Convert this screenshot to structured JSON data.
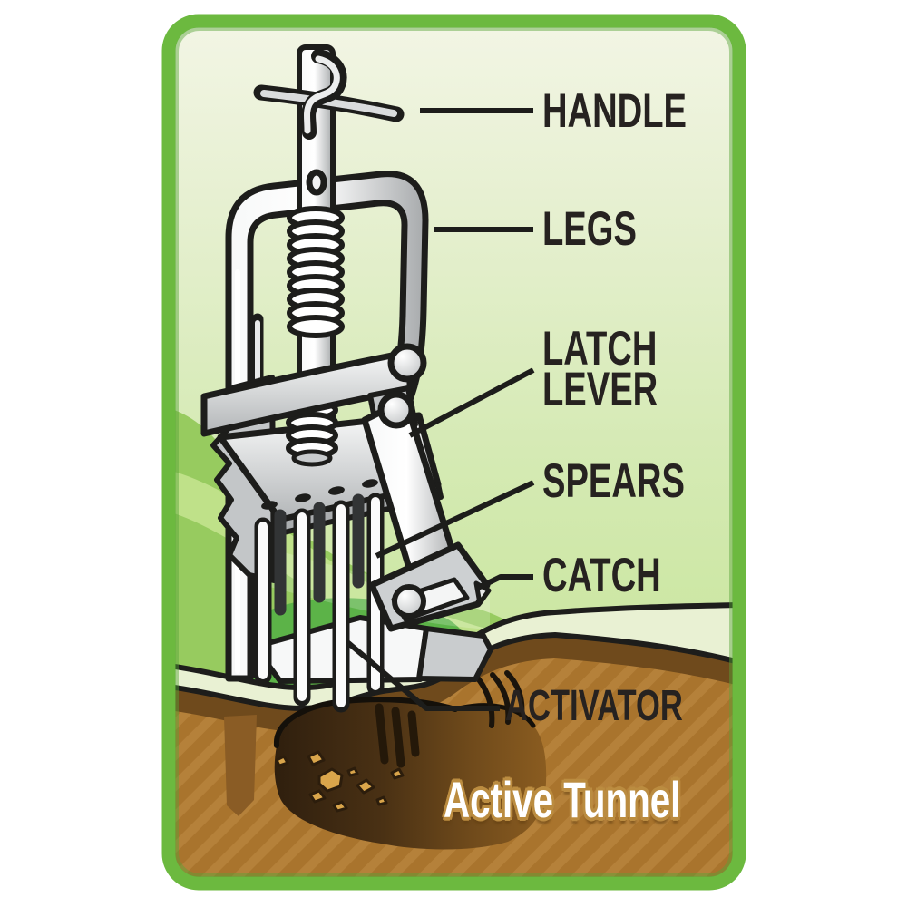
{
  "card": {
    "labels": {
      "handle": "HANDLE",
      "legs": "LEGS",
      "latch_line1": "LATCH",
      "latch_line2": "LEVER",
      "spears": "SPEARS",
      "catch": "CATCH",
      "activator": "ACTIVATOR",
      "active_tunnel": "Active Tunnel"
    },
    "colors": {
      "frame_green": "#6cb93f",
      "frame_green_dark": "#57a338",
      "bg_top": "#f2f5e4",
      "bg_mid": "#d5eab4",
      "bg_bottom": "#c6e49a",
      "field_green": "#97cb5f",
      "swoosh_green": "#bfe189",
      "patch_green": "#5cb348",
      "grass_band": "#e9f1d3",
      "soil_base": "#a9742d",
      "soil_stripe": "#b5813a",
      "soil_dark": "#6f4a1c",
      "tunnel_dark": "#2f1f0e",
      "tunnel_mid": "#8a5c20",
      "pebble": "#d9a54b",
      "metal_light": "#ffffff",
      "metal_dark": "#a7aaac",
      "outline": "#1d1d1b",
      "label_text": "#262220",
      "tunnel_label_text": "#ffffff",
      "tunnel_label_outline": "#bb8c40"
    }
  }
}
